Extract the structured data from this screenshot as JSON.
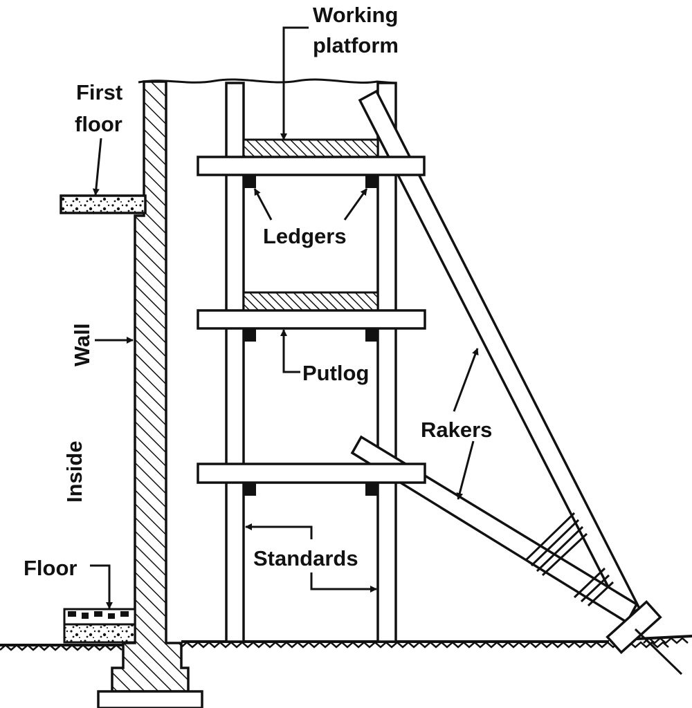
{
  "labels": {
    "working_platform_line1": "Working",
    "working_platform_line2": "platform",
    "first_floor_line1": "First",
    "first_floor_line2": "floor",
    "ledgers": "Ledgers",
    "wall": "Wall",
    "putlog": "Putlog",
    "rakers": "Rakers",
    "inside": "Inside",
    "standards": "Standards",
    "floor": "Floor"
  },
  "colors": {
    "ink": "#111111",
    "paper": "#ffffff"
  }
}
